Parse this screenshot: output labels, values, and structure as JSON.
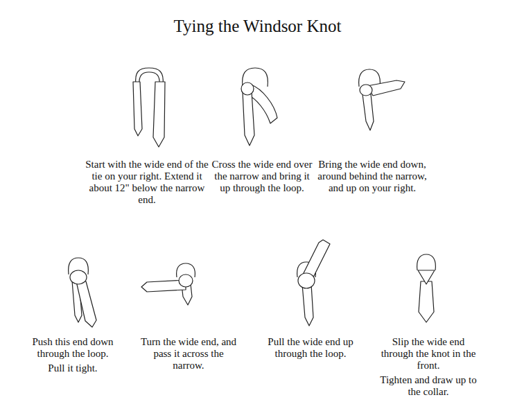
{
  "diagram": {
    "title": "Tying the Windsor Knot",
    "labels": [
      "Start with the wide end of the tie on your right. Extend it about 12\" below the narrow end.",
      "Cross the wide end over the narrow and bring it up through the loop.",
      "Bring the wide end down, around behind the narrow, and up on your right.",
      "Push this end down through the loop.",
      "Pull it tight.",
      "Turn the wide end, and pass it across the narrow.",
      "Pull the wide end up through the loop.",
      "Slip the wide end through the knot in the front.",
      "Tighten and draw up to the collar."
    ]
  }
}
